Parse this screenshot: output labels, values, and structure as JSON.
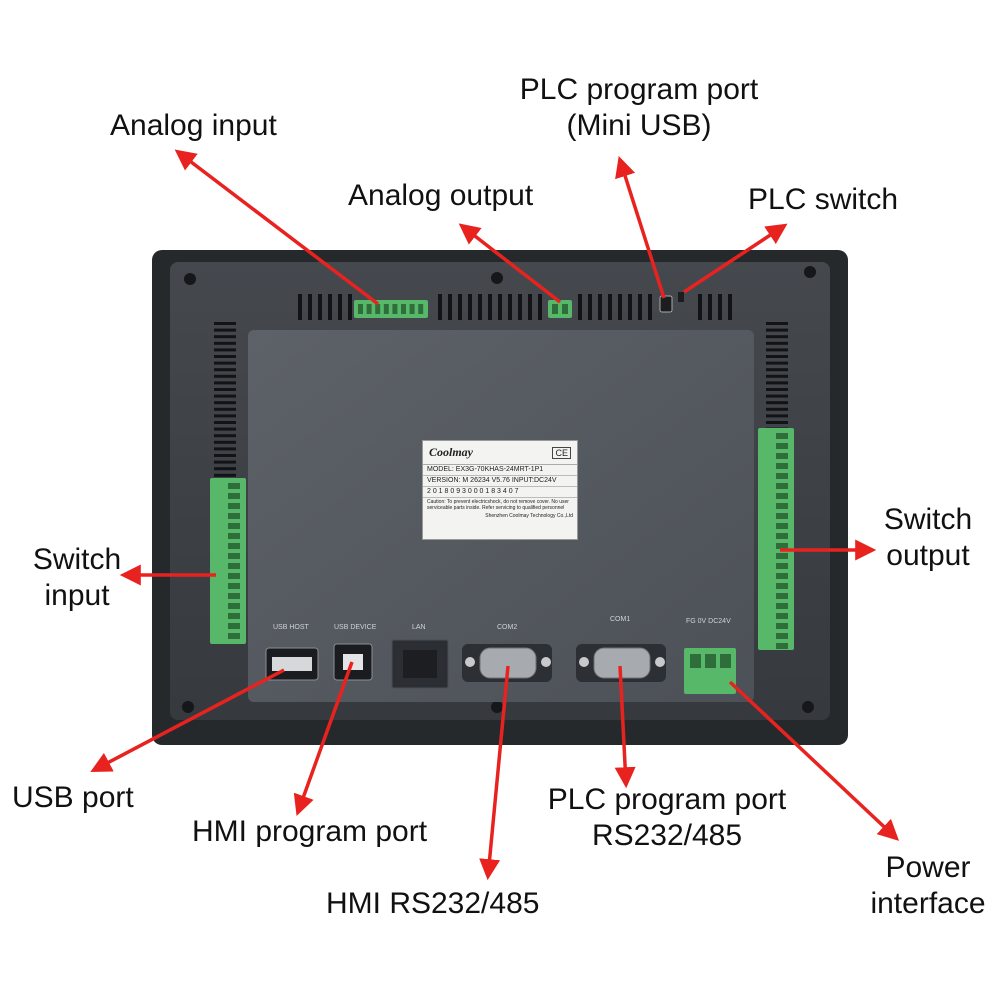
{
  "callouts": {
    "analog_input": "Analog input",
    "analog_output": "Analog output",
    "plc_program_port_mini_usb": [
      "PLC program port",
      "(Mini USB)"
    ],
    "plc_switch": "PLC switch",
    "switch_input": [
      "Switch",
      "input"
    ],
    "switch_output": [
      "Switch",
      "output"
    ],
    "usb_port": "USB port",
    "hmi_program_port": "HMI program port",
    "hmi_rs232_485": "HMI RS232/485",
    "plc_program_port_rs232": [
      "PLC program port",
      "RS232/485"
    ],
    "power_interface": [
      "Power",
      "interface"
    ]
  },
  "label_sticker": {
    "brand": "Coolmay",
    "mark": "CE",
    "model": "MODEL: EX3G-70KHAS-24MRT-1P1",
    "version": "VERSION: M  26234   V5.76   INPUT:DC24V",
    "serial": "2 0 1 8 0 9 3 0 0 0 1 8 3 4 0 7",
    "caution": "Caution: To prevent electricshock, do not remove cover. No user serviceable parts inside. Refer servicing to qualified personnel",
    "maker": "Shenzhen Coolmay Technology Co.,Ltd"
  },
  "port_labels": {
    "usb_host": "USB HOST",
    "usb_device": "USB DEVICE",
    "lan": "LAN",
    "com2": "COM2",
    "com1": "COM1",
    "power": "FG   0V   DC24V"
  },
  "colors": {
    "bezel": "#26292c",
    "housing": "#3d4146",
    "panel": "#565b61",
    "terminal_green": "#58b86a",
    "arrow_red": "#e8231f"
  }
}
